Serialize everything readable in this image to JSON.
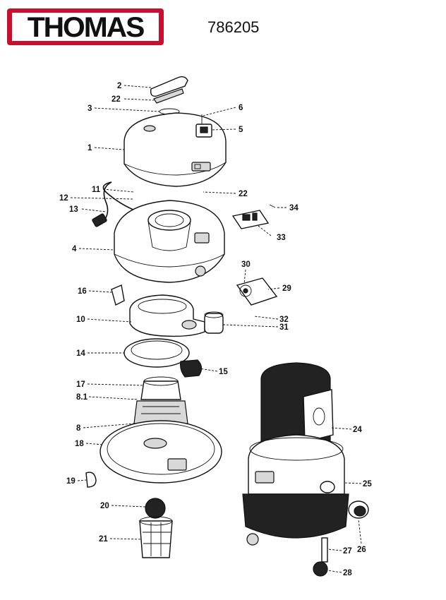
{
  "brand": {
    "logo_text": "THOMAS",
    "logo_color": "#c8102e"
  },
  "model_number": "786205",
  "callouts": [
    {
      "id": "2",
      "label": "2"
    },
    {
      "id": "22a",
      "label": "22"
    },
    {
      "id": "3",
      "label": "3"
    },
    {
      "id": "6",
      "label": "6"
    },
    {
      "id": "5",
      "label": "5"
    },
    {
      "id": "1",
      "label": "1"
    },
    {
      "id": "11",
      "label": "11"
    },
    {
      "id": "12",
      "label": "12"
    },
    {
      "id": "22b",
      "label": "22"
    },
    {
      "id": "34",
      "label": "34"
    },
    {
      "id": "13",
      "label": "13"
    },
    {
      "id": "33",
      "label": "33"
    },
    {
      "id": "4",
      "label": "4"
    },
    {
      "id": "30",
      "label": "30"
    },
    {
      "id": "29",
      "label": "29"
    },
    {
      "id": "16",
      "label": "16"
    },
    {
      "id": "10",
      "label": "10"
    },
    {
      "id": "32",
      "label": "32"
    },
    {
      "id": "31",
      "label": "31"
    },
    {
      "id": "14",
      "label": "14"
    },
    {
      "id": "15",
      "label": "15"
    },
    {
      "id": "17",
      "label": "17"
    },
    {
      "id": "8.1",
      "label": "8.1"
    },
    {
      "id": "24",
      "label": "24"
    },
    {
      "id": "8",
      "label": "8"
    },
    {
      "id": "18",
      "label": "18"
    },
    {
      "id": "25",
      "label": "25"
    },
    {
      "id": "19",
      "label": "19"
    },
    {
      "id": "20",
      "label": "20"
    },
    {
      "id": "26",
      "label": "26"
    },
    {
      "id": "21",
      "label": "21"
    },
    {
      "id": "27",
      "label": "27"
    },
    {
      "id": "28",
      "label": "28"
    }
  ]
}
